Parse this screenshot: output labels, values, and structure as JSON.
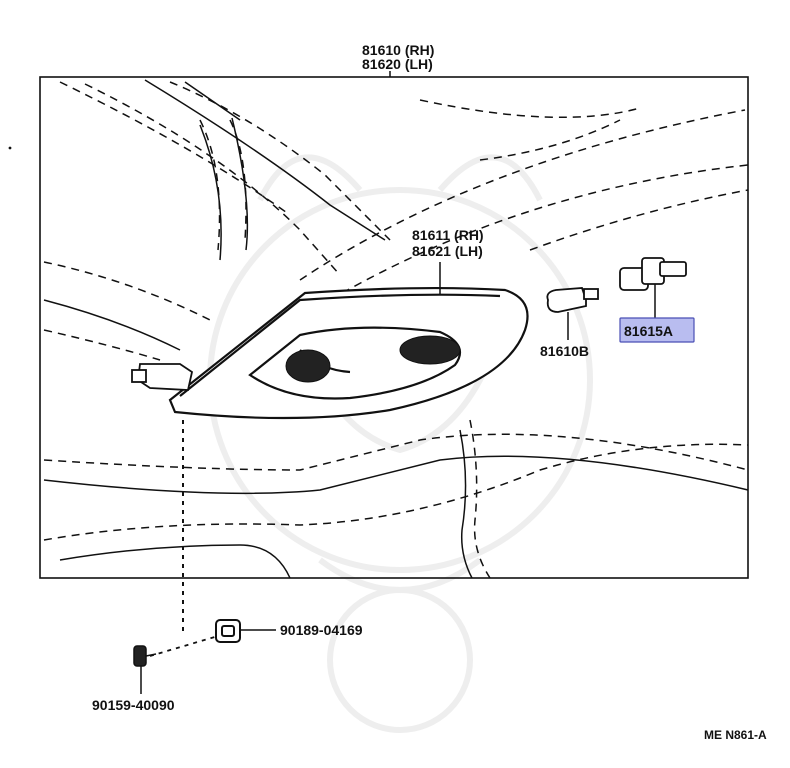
{
  "labels": {
    "assembly_rh": "81610 (RH)",
    "assembly_lh": "81620 (LH)",
    "lens_rh": "81611 (RH)",
    "lens_lh": "81621 (LH)",
    "bulb": "81610B",
    "socket": "81615A",
    "nut": "90189-04169",
    "screw": "90159-40090",
    "diagram_code": "ME N861-A"
  },
  "colors": {
    "line": "#111111",
    "highlight_fill": "#b9bdf0",
    "highlight_stroke": "#4a4fb5",
    "watermark": "#eeeeee"
  }
}
